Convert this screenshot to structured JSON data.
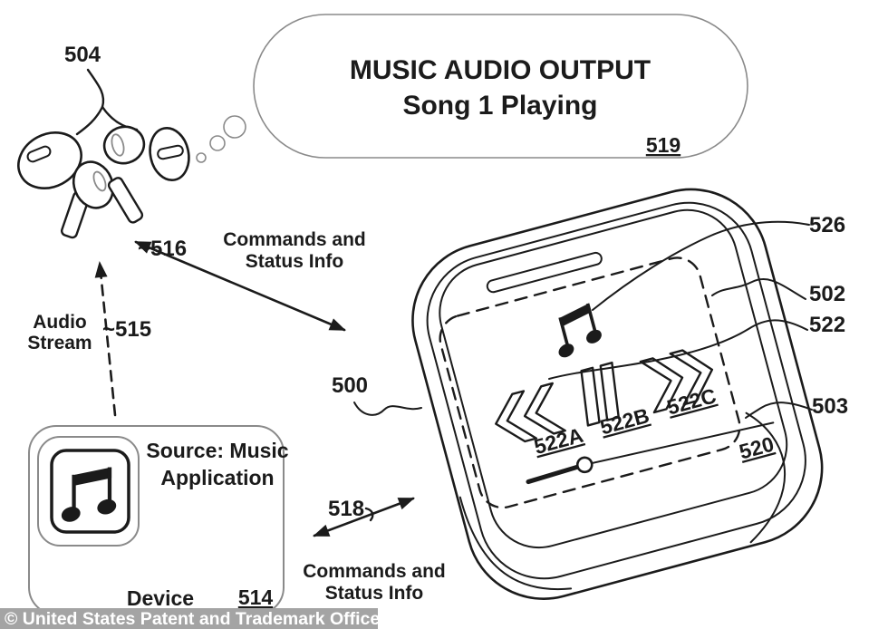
{
  "bubble": {
    "title": "MUSIC AUDIO OUTPUT",
    "status": "Song 1 Playing",
    "ref": "519"
  },
  "earbuds": {
    "ref": "504"
  },
  "links": {
    "top": {
      "ref": "~516",
      "caption1": "Commands and",
      "caption2": "Status Info"
    },
    "audio": {
      "ref": "~515",
      "caption1": "Audio",
      "caption2": "Stream"
    },
    "bottom": {
      "ref": "518",
      "caption1": "Commands and",
      "caption2": "Status Info"
    }
  },
  "case": {
    "ref": "500",
    "lid_ref": "502",
    "body_ref": "503",
    "note_ref": "526",
    "screen_ref": "522",
    "rewind_ref": "522A",
    "pause_ref": "522B",
    "forward_ref": "522C",
    "slider_ref": "520"
  },
  "device": {
    "source1": "Source: Music",
    "source2": "Application",
    "label": "Device",
    "ref": "514"
  },
  "watermark": {
    "text": "© United States Patent and Trademark Office"
  },
  "colors": {
    "ink": "#1b1b1b",
    "light_line": "#8a8a8a",
    "watermark_bg": "#a4a4a4",
    "watermark_fg": "#ffffff",
    "paper": "#ffffff"
  }
}
